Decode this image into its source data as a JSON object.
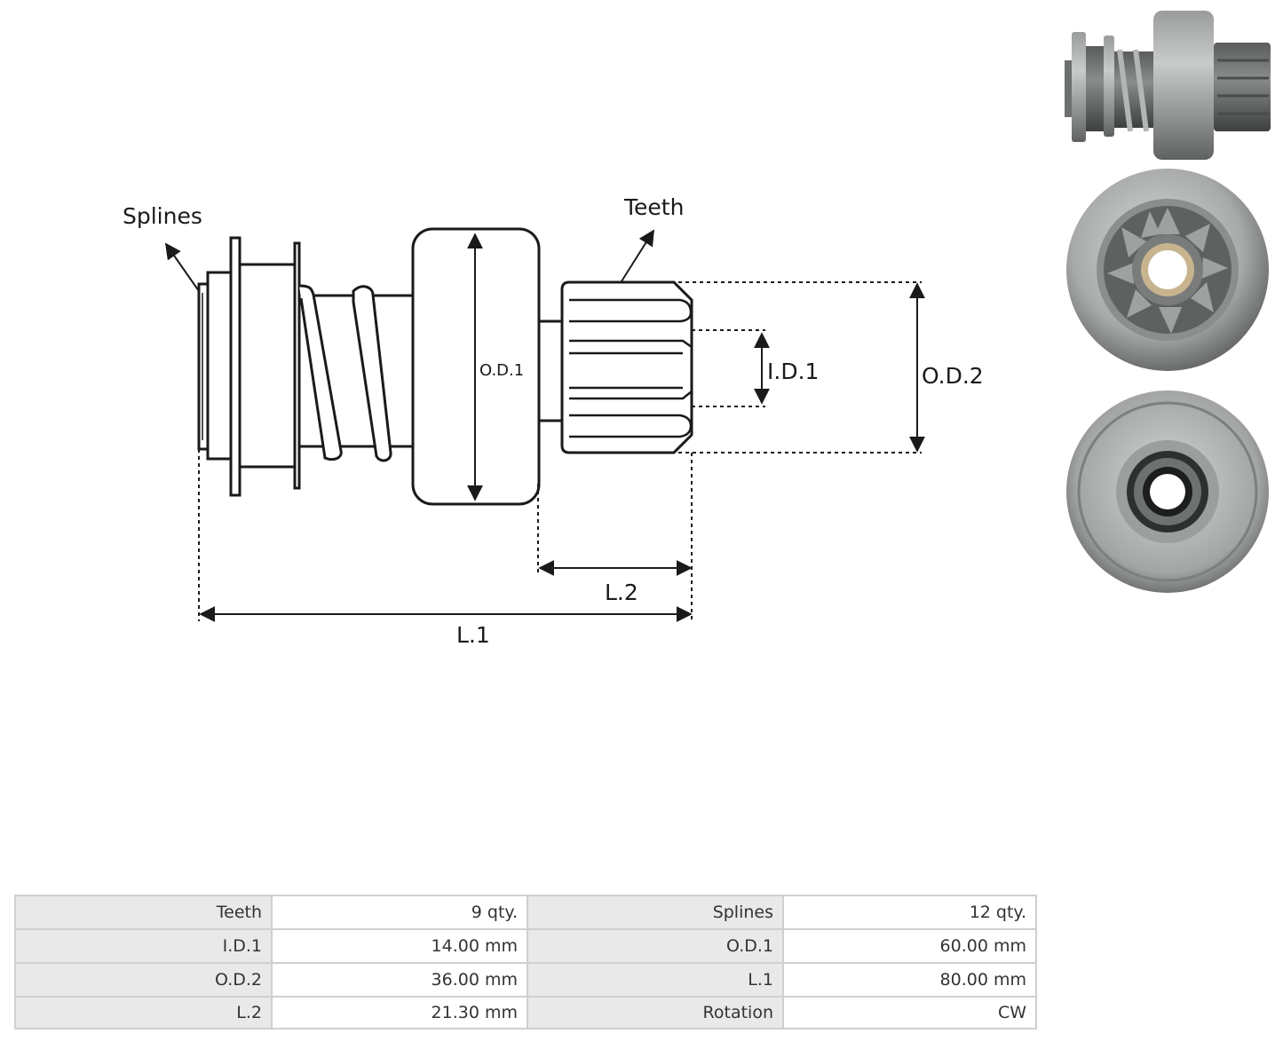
{
  "diagram": {
    "labels": {
      "splines": "Splines",
      "teeth": "Teeth",
      "od1": "O.D.1",
      "id1": "I.D.1",
      "od2": "O.D.2",
      "l2": "L.2",
      "l1": "L.1"
    },
    "line_color": "#1a1a1a"
  },
  "specs": {
    "rows": [
      [
        {
          "label": "Teeth",
          "value": "9 qty."
        },
        {
          "label": "Splines",
          "value": "12 qty."
        }
      ],
      [
        {
          "label": "I.D.1",
          "value": "14.00 mm"
        },
        {
          "label": "O.D.1",
          "value": "60.00 mm"
        }
      ],
      [
        {
          "label": "O.D.2",
          "value": "36.00 mm"
        },
        {
          "label": "L.1",
          "value": "80.00 mm"
        }
      ],
      [
        {
          "label": "L.2",
          "value": "21.30 mm"
        },
        {
          "label": "Rotation",
          "value": "CW"
        }
      ]
    ],
    "label_bg": "#e9e9e9",
    "border_color": "#cfcfcf"
  },
  "photos": [
    "side-view-photo",
    "front-view-photo",
    "rear-view-photo"
  ]
}
